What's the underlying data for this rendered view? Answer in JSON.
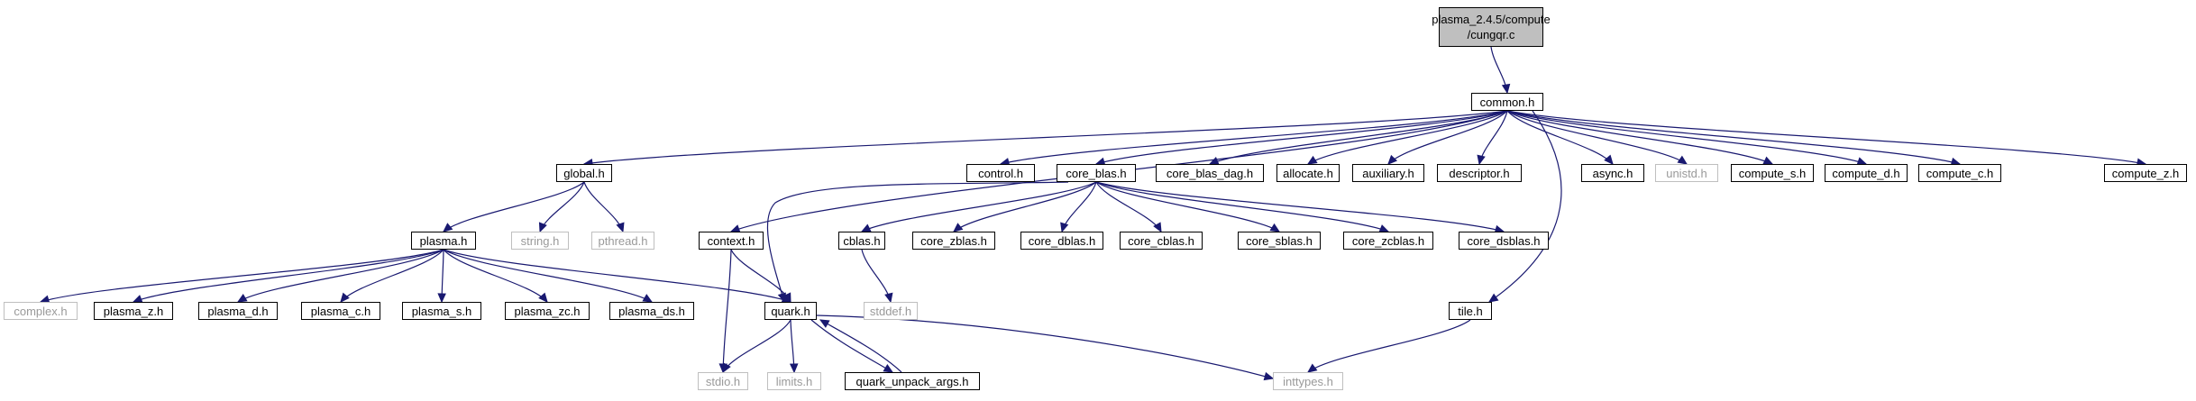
{
  "colors": {
    "edge": "#191970",
    "node_border": "#000000",
    "external_border": "#bfbfbf",
    "external_text": "#999999",
    "root_fill": "#bfbfbf"
  },
  "root": {
    "line1": "plasma_2.4.5/compute",
    "line2": "/cungqr.c"
  },
  "nodes": {
    "common": "common.h",
    "global": "global.h",
    "control": "control.h",
    "core_blas": "core_blas.h",
    "core_blas_dag": "core_blas_dag.h",
    "allocate": "allocate.h",
    "auxiliary": "auxiliary.h",
    "descriptor": "descriptor.h",
    "async": "async.h",
    "unistd": "unistd.h",
    "compute_s": "compute_s.h",
    "compute_d": "compute_d.h",
    "compute_c": "compute_c.h",
    "compute_z": "compute_z.h",
    "plasma": "plasma.h",
    "string": "string.h",
    "pthread": "pthread.h",
    "context": "context.h",
    "cblas": "cblas.h",
    "core_zblas": "core_zblas.h",
    "core_dblas": "core_dblas.h",
    "core_cblas": "core_cblas.h",
    "core_sblas": "core_sblas.h",
    "core_zcblas": "core_zcblas.h",
    "core_dsblas": "core_dsblas.h",
    "tile": "tile.h",
    "complex": "complex.h",
    "plasma_z": "plasma_z.h",
    "plasma_d": "plasma_d.h",
    "plasma_c": "plasma_c.h",
    "plasma_s": "plasma_s.h",
    "plasma_zc": "plasma_zc.h",
    "plasma_ds": "plasma_ds.h",
    "quark": "quark.h",
    "stddef": "stddef.h",
    "stdio": "stdio.h",
    "limits": "limits.h",
    "quark_unpack_args": "quark_unpack_args.h",
    "inttypes": "inttypes.h"
  },
  "edges": [
    [
      "root",
      "common"
    ],
    [
      "common",
      "global"
    ],
    [
      "common",
      "control"
    ],
    [
      "common",
      "core_blas"
    ],
    [
      "common",
      "core_blas_dag"
    ],
    [
      "common",
      "allocate"
    ],
    [
      "common",
      "auxiliary"
    ],
    [
      "common",
      "descriptor"
    ],
    [
      "common",
      "async"
    ],
    [
      "common",
      "unistd"
    ],
    [
      "common",
      "compute_s"
    ],
    [
      "common",
      "compute_d"
    ],
    [
      "common",
      "compute_c"
    ],
    [
      "common",
      "compute_z"
    ],
    [
      "common",
      "context"
    ],
    [
      "common",
      "tile"
    ],
    [
      "global",
      "plasma"
    ],
    [
      "global",
      "string"
    ],
    [
      "global",
      "pthread"
    ],
    [
      "plasma",
      "complex"
    ],
    [
      "plasma",
      "plasma_z"
    ],
    [
      "plasma",
      "plasma_d"
    ],
    [
      "plasma",
      "plasma_c"
    ],
    [
      "plasma",
      "plasma_s"
    ],
    [
      "plasma",
      "plasma_zc"
    ],
    [
      "plasma",
      "plasma_ds"
    ],
    [
      "plasma",
      "quark"
    ],
    [
      "core_blas",
      "cblas"
    ],
    [
      "core_blas",
      "core_zblas"
    ],
    [
      "core_blas",
      "core_dblas"
    ],
    [
      "core_blas",
      "core_cblas"
    ],
    [
      "core_blas",
      "core_sblas"
    ],
    [
      "core_blas",
      "core_zcblas"
    ],
    [
      "core_blas",
      "core_dsblas"
    ],
    [
      "core_blas",
      "quark"
    ],
    [
      "cblas",
      "stddef"
    ],
    [
      "context",
      "quark"
    ],
    [
      "context",
      "stdio"
    ],
    [
      "quark",
      "stdio"
    ],
    [
      "quark",
      "limits"
    ],
    [
      "quark",
      "quark_unpack_args"
    ],
    [
      "quark",
      "inttypes"
    ],
    [
      "quark_unpack_args",
      "quark"
    ],
    [
      "tile",
      "inttypes"
    ]
  ]
}
